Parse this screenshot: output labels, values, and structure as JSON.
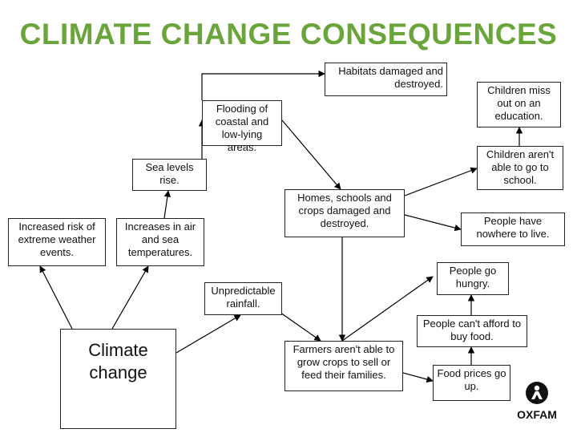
{
  "title": "CLIMATE CHANGE CONSEQUENCES",
  "nodes": {
    "climate_change": "Climate change",
    "extreme_weather": "Increased risk of extreme weather events.",
    "temperatures": "Increases in air and sea temperatures.",
    "sea_levels": "Sea levels rise.",
    "flooding": "Flooding of coastal and low-lying areas.",
    "habitats": "Habitats damaged and destroyed.",
    "homes": "Homes, schools and crops damaged and destroyed.",
    "rainfall": "Unpredictable rainfall.",
    "farmers": "Farmers aren't able to grow crops to sell or feed their families.",
    "food_prices": "Food prices go up.",
    "cant_afford": "People can't afford to buy food.",
    "hungry": "People go hungry.",
    "nowhere": "People have nowhere to live.",
    "school": "Children aren't able to go to school.",
    "education": "Children miss out on an education."
  },
  "logo": {
    "text": "OXFAM",
    "color": "#111111"
  },
  "colors": {
    "title": "#6aa53c",
    "border": "#222222",
    "arrow": "#000000"
  }
}
